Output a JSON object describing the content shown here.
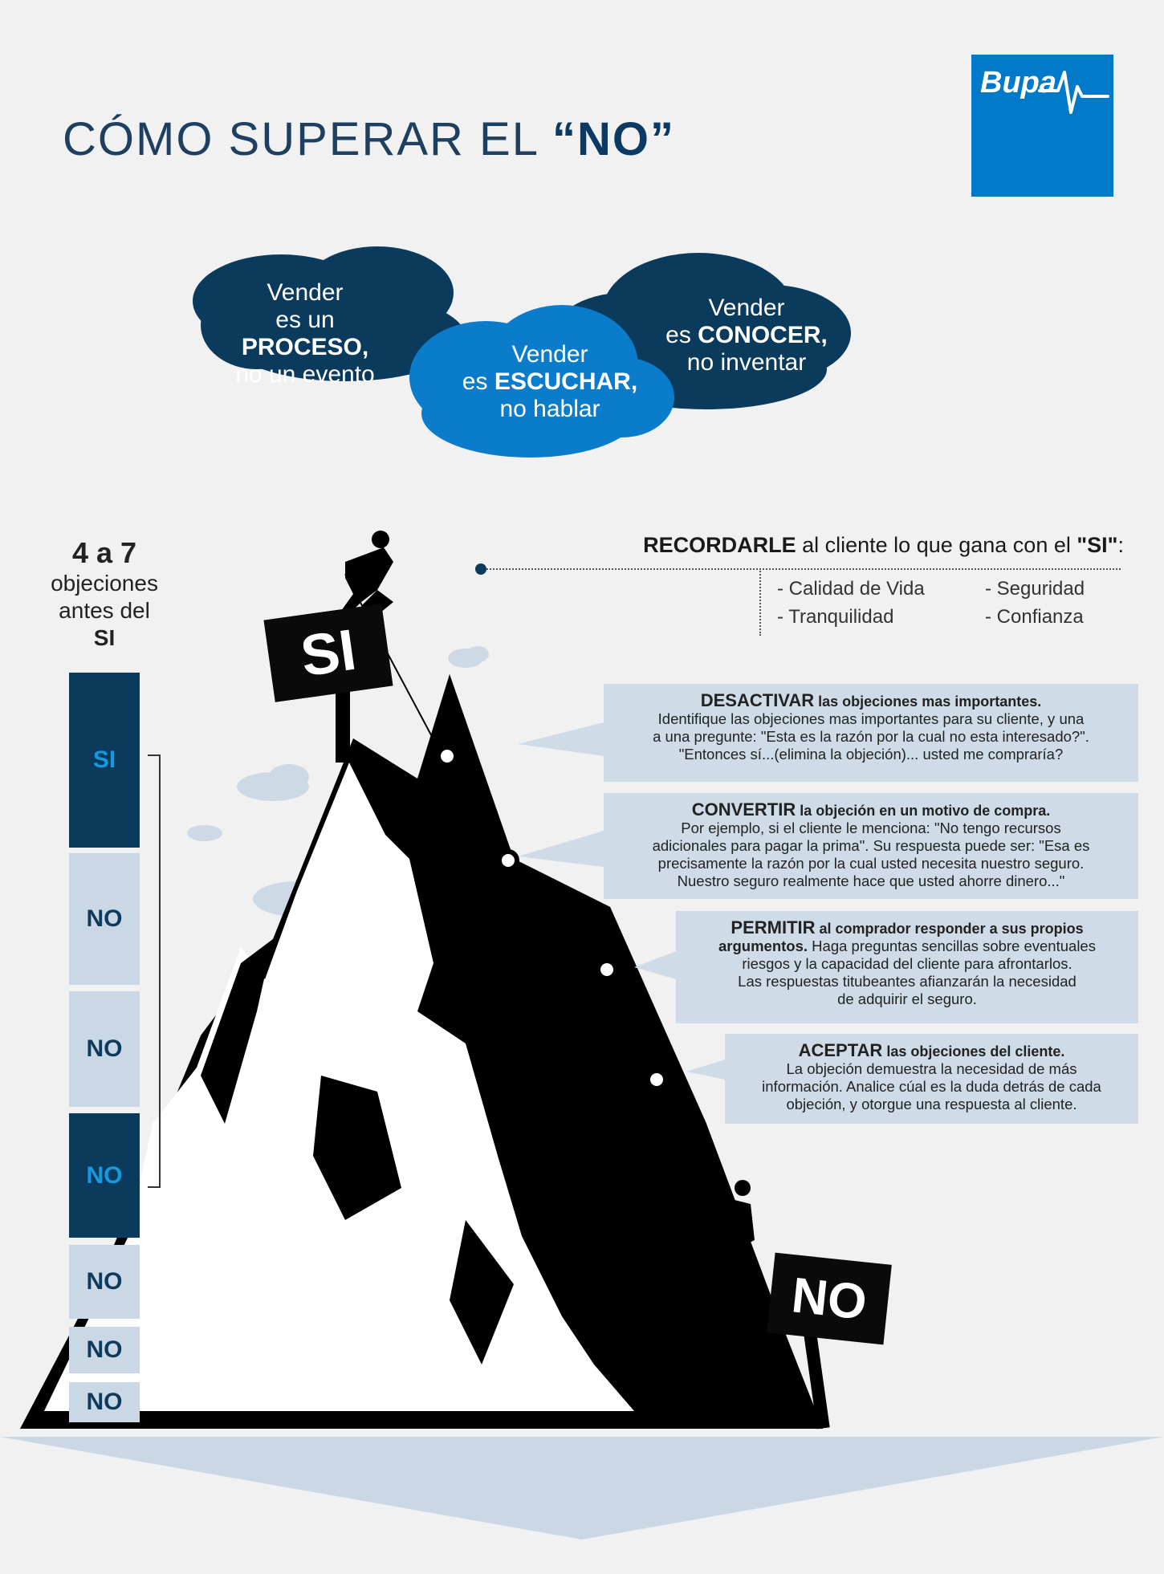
{
  "title": {
    "prefix": "CÓMO SUPERAR EL ",
    "emphasis": "“NO”"
  },
  "logo": {
    "text": "Bupa",
    "icon": "heartbeat-icon",
    "color": "#0079c8"
  },
  "clouds": [
    {
      "line1": "Vender",
      "line2_pre": "es un ",
      "line2_bold": "PROCESO,",
      "line3": "no un evento",
      "color": "#0a3a5c"
    },
    {
      "line1": "Vender",
      "line2_pre": "es ",
      "line2_bold": "ESCUCHAR,",
      "line3": "no hablar",
      "color": "#0b7ccc"
    },
    {
      "line1": "Vender",
      "line2_pre": "es ",
      "line2_bold": "CONOCER,",
      "line3": "no inventar",
      "color": "#0a3a5c"
    }
  ],
  "objections": {
    "number": "4 a 7",
    "line1": "objeciones",
    "line2": "antes del",
    "line3": "SI"
  },
  "bars": [
    "SI",
    "NO",
    "NO",
    "NO",
    "NO",
    "NO",
    "NO"
  ],
  "signs": {
    "top": "SI",
    "bottom": "NO"
  },
  "recall": {
    "bold": "RECORDARLE",
    "middle": " al cliente lo que gana con el ",
    "quote": "\"SI\"",
    "end": ":"
  },
  "benefits": [
    "- Calidad de Vida",
    "- Tranquilidad",
    "- Seguridad",
    "- Confianza"
  ],
  "boxes": [
    {
      "head": "DESACTIVAR",
      "head_rest": " las objeciones mas importantes.",
      "lines": [
        "Identifique las objeciones mas importantes para su cliente, y una",
        "a una pregunte: \"Esta es la razón por la cual no esta interesado?\".",
        "\"Entonces sí...(elimina la objeción)... usted me compraría?"
      ]
    },
    {
      "head": "CONVERTIR",
      "head_rest": " la objeción en un motivo de compra.",
      "lines": [
        "Por ejemplo, si el cliente le menciona: \"No tengo recursos",
        "adicionales para pagar la prima\". Su respuesta puede ser: \"Esa es",
        "precisamente la razón por la cual usted necesita nuestro seguro.",
        "Nuestro seguro realmente hace que usted ahorre dinero...\""
      ]
    },
    {
      "head": "PERMITIR",
      "head_rest": " al comprador responder a sus propios",
      "line2_bold": "argumentos.",
      "line2_rest": " Haga preguntas sencillas sobre eventuales",
      "lines": [
        "riesgos y la capacidad del cliente para afrontarlos.",
        "Las respuestas titubeantes afianzarán la necesidad",
        "de adquirir el seguro."
      ]
    },
    {
      "head": "ACEPTAR",
      "head_rest": " las objeciones del cliente.",
      "lines": [
        "La objeción demuestra la necesidad de más",
        "información. Analice cúal es la duda detrás de cada",
        "objeción, y otorgue una respuesta al cliente."
      ]
    }
  ]
}
